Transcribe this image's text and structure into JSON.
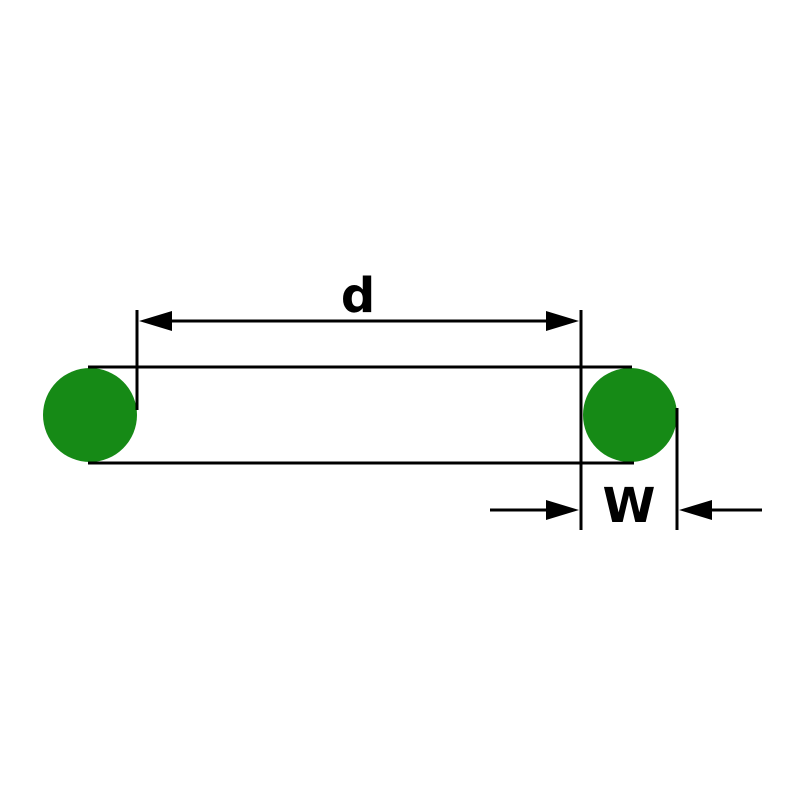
{
  "diagram": {
    "title": "o-ring cross-section dimension diagram",
    "labels": {
      "inner_diameter": "d",
      "cross_section_width": "W"
    },
    "colors": {
      "oring_fill": "#168a16",
      "line": "#000000",
      "background": "#ffffff"
    }
  }
}
